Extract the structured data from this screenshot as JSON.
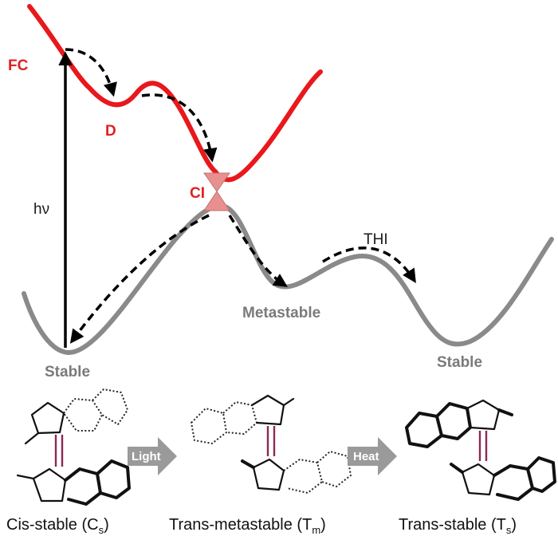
{
  "diagram": {
    "labels": {
      "fc": "FC",
      "d": "D",
      "ci": "CI",
      "hv": "hν",
      "thi": "THI",
      "stable_left": "Stable",
      "metastable": "Metastable",
      "stable_right": "Stable"
    },
    "colors": {
      "excited_state": "#e8181c",
      "ground_state": "#8a8a8a",
      "conical_intersection": "#e89090",
      "arrow": "#000000",
      "process_arrow": "#9a9a9a"
    }
  },
  "steps": {
    "light": "Light",
    "heat": "Heat"
  },
  "molecules": {
    "cis": {
      "name": "Cis-stable (C",
      "sub": "s",
      "close": ")"
    },
    "trans_meta": {
      "name": "Trans-metastable (T",
      "sub": "m",
      "close": ")"
    },
    "trans_stable": {
      "name": "Trans-stable (T",
      "sub": "s",
      "close": ")"
    }
  }
}
